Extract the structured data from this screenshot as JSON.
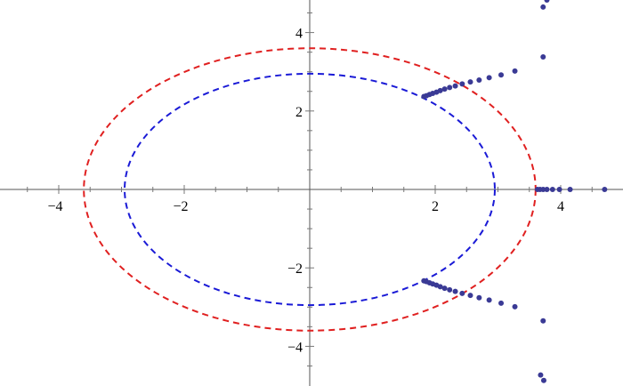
{
  "chart_data": {
    "type": "scatter",
    "title": "",
    "xlabel": "",
    "ylabel": "",
    "xlim": [
      -4.9,
      4.9
    ],
    "ylim": [
      -4.95,
      4.9
    ],
    "x_ticks": [
      -4,
      -2,
      2,
      4
    ],
    "y_ticks": [
      -4,
      -2,
      2,
      4
    ],
    "x_tick_labels": [
      "−4",
      "−2",
      "2",
      "4"
    ],
    "y_tick_labels": [
      "−4",
      "−2",
      "2",
      "4"
    ],
    "grid": false,
    "legend": "none",
    "circles": [
      {
        "radius": 3.6,
        "color": "#e02020",
        "style": "dashed"
      },
      {
        "radius": 2.95,
        "color": "#1a1ad6",
        "style": "dashed"
      }
    ],
    "series": [
      {
        "marker_color": "#3a3a95",
        "points": [
          [
            1.82,
            2.37
          ],
          [
            1.86,
            2.39
          ],
          [
            1.91,
            2.42
          ],
          [
            1.96,
            2.45
          ],
          [
            2.02,
            2.48
          ],
          [
            2.08,
            2.52
          ],
          [
            2.15,
            2.56
          ],
          [
            2.23,
            2.6
          ],
          [
            2.32,
            2.64
          ],
          [
            2.43,
            2.69
          ],
          [
            2.56,
            2.74
          ],
          [
            2.7,
            2.79
          ],
          [
            2.86,
            2.85
          ],
          [
            3.05,
            2.92
          ],
          [
            3.27,
            3.02
          ],
          [
            3.72,
            3.38
          ],
          [
            3.72,
            4.65
          ],
          [
            3.78,
            4.83
          ],
          [
            1.82,
            -2.33
          ],
          [
            1.86,
            -2.35
          ],
          [
            1.91,
            -2.38
          ],
          [
            1.96,
            -2.41
          ],
          [
            2.02,
            -2.44
          ],
          [
            2.08,
            -2.48
          ],
          [
            2.15,
            -2.52
          ],
          [
            2.23,
            -2.56
          ],
          [
            2.32,
            -2.6
          ],
          [
            2.43,
            -2.65
          ],
          [
            2.56,
            -2.7
          ],
          [
            2.7,
            -2.76
          ],
          [
            2.86,
            -2.82
          ],
          [
            3.05,
            -2.9
          ],
          [
            3.27,
            -2.99
          ],
          [
            3.72,
            -3.35
          ],
          [
            3.68,
            -4.73
          ],
          [
            3.73,
            -4.87
          ],
          [
            3.63,
            0
          ],
          [
            3.67,
            0
          ],
          [
            3.72,
            0
          ],
          [
            3.78,
            0
          ],
          [
            3.87,
            0
          ],
          [
            3.98,
            0
          ],
          [
            4.15,
            0
          ],
          [
            4.7,
            0
          ]
        ]
      }
    ]
  }
}
